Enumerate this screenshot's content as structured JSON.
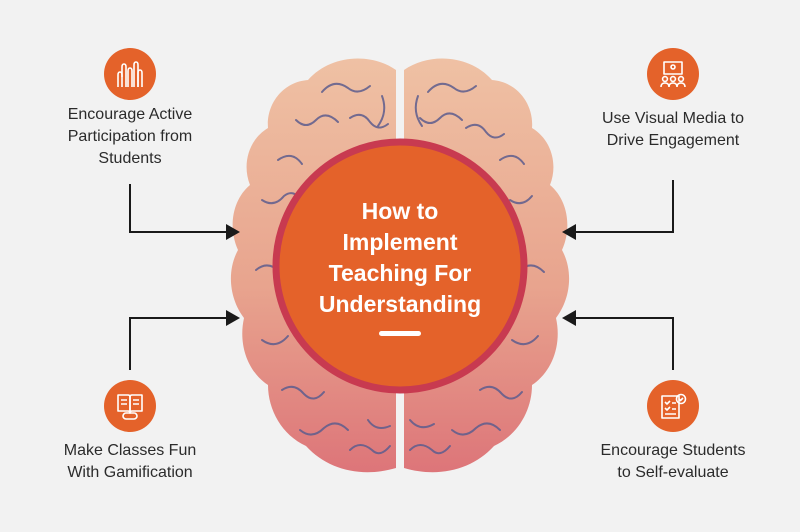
{
  "center": {
    "title_lines": [
      "How to",
      "Implement",
      "Teaching For",
      "Understanding"
    ]
  },
  "items": [
    {
      "id": "top-left",
      "icon": "raised-hands-icon",
      "lines": [
        "Encourage Active",
        "Participation from",
        "Students"
      ]
    },
    {
      "id": "top-right",
      "icon": "presentation-icon",
      "lines": [
        "Use Visual Media to",
        "Drive Engagement"
      ]
    },
    {
      "id": "bottom-left",
      "icon": "gamification-icon",
      "lines": [
        "Make Classes Fun",
        "With Gamification"
      ]
    },
    {
      "id": "bottom-right",
      "icon": "checklist-icon",
      "lines": [
        "Encourage Students",
        "to Self-evaluate"
      ]
    }
  ],
  "colors": {
    "background": "#f2f2f2",
    "accent": "#e4622a",
    "circle_border": "#c93a4e",
    "brain_light": "#ecb39a",
    "brain_mid": "#e69a8c",
    "brain_dark": "#de7a7c",
    "brain_lines": "#5a5a8c",
    "text": "#2b2b2b"
  }
}
